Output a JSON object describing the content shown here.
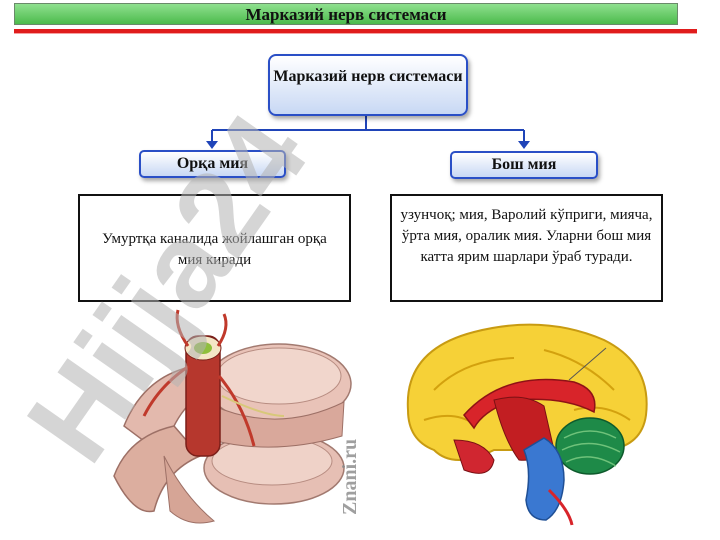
{
  "page": {
    "title": "Марказий нерв системаси"
  },
  "diagram": {
    "root": "Марказий нерв системаси",
    "left_branch": "Орқа мия",
    "right_branch": "Бош мия",
    "left_desc": "Умуртқа каналида жойлашган орқа мия киради",
    "right_desc": "узунчоқ; мия, Варолий кўприги, мияча, ўрта мия, оралик мия. Уларни бош мия катта ярим шарлари ўраб туради."
  },
  "watermark": {
    "large": "Hijja24",
    "small": "Znani.ru"
  },
  "colors": {
    "title_bg": "#5fca5f",
    "accent_red": "#e01c1c",
    "node_border": "#2a4fc6",
    "connector": "#1f44b8",
    "watermark": "#b4b4b4"
  },
  "icons": [
    "spine-illustration",
    "brain-illustration"
  ]
}
